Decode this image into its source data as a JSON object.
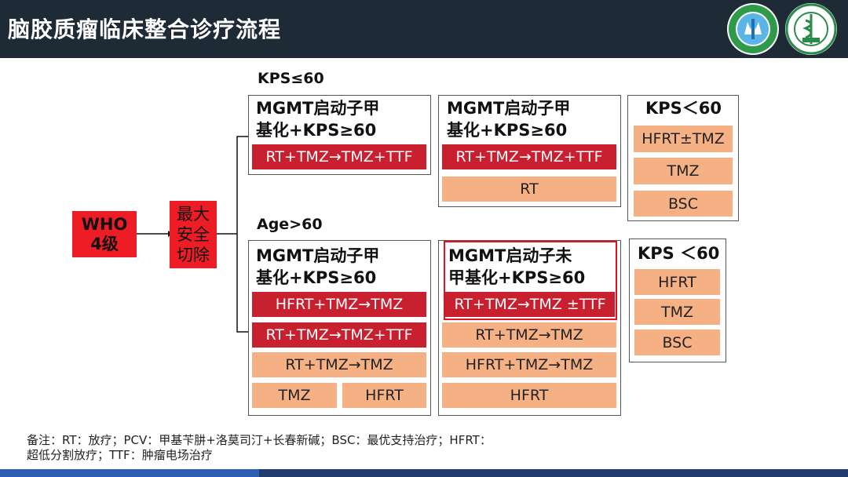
{
  "header": {
    "title": "脑胶质瘤临床整合诊疗流程",
    "brand_color": "#1e2a36"
  },
  "start": {
    "who_line1": "WHO",
    "who_line2": "4级",
    "resection_line1": "最大",
    "resection_line2": "安全",
    "resection_line3": "切除"
  },
  "groups": {
    "kps_label": "KPS≤60",
    "age_label": "Age>60"
  },
  "top_left": {
    "head_line1": "MGMT启动子甲",
    "head_line2": "基化+KPS≥60",
    "bar1": "RT+TMZ→TMZ+TTF"
  },
  "top_mid": {
    "head_line1": "MGMT启动子甲",
    "head_line2": "基化+KPS≥60",
    "bar1": "RT+TMZ→TMZ+TTF",
    "bar2": "RT"
  },
  "top_right": {
    "head": "KPS＜60",
    "bar1": "HFRT±TMZ",
    "bar2": "TMZ",
    "bar3": "BSC"
  },
  "bot_left": {
    "head_line1": "MGMT启动子甲",
    "head_line2": "基化+KPS≥60",
    "bar1": "HFRT+TMZ→TMZ",
    "bar2": "RT+TMZ→TMZ+TTF",
    "bar3": "RT+TMZ→TMZ",
    "bar4a": "TMZ",
    "bar4b": "HFRT"
  },
  "bot_mid": {
    "head_line1": "MGMT启动子未",
    "head_line2": "甲基化+KPS≥60",
    "bar1": "RT+TMZ→TMZ ±TTF",
    "bar2": "RT+TMZ→TMZ",
    "bar3": "HFRT+TMZ→TMZ",
    "bar4": "HFRT"
  },
  "bot_right": {
    "head": "KPS ＜60",
    "bar1": "HFRT",
    "bar2": "TMZ",
    "bar3": "BSC"
  },
  "note": {
    "line1": "备注：RT：放疗；PCV：甲基苄肼+洛莫司汀+长春新碱；BSC：最优支持治疗；HFRT：",
    "line2": "超低分割放疗；TTF：肿瘤电场治疗"
  },
  "colors": {
    "red_bar": "#c8202f",
    "peach_bar": "#f5b183",
    "start_red": "#ee1c24",
    "highlight": "#e8101a"
  }
}
